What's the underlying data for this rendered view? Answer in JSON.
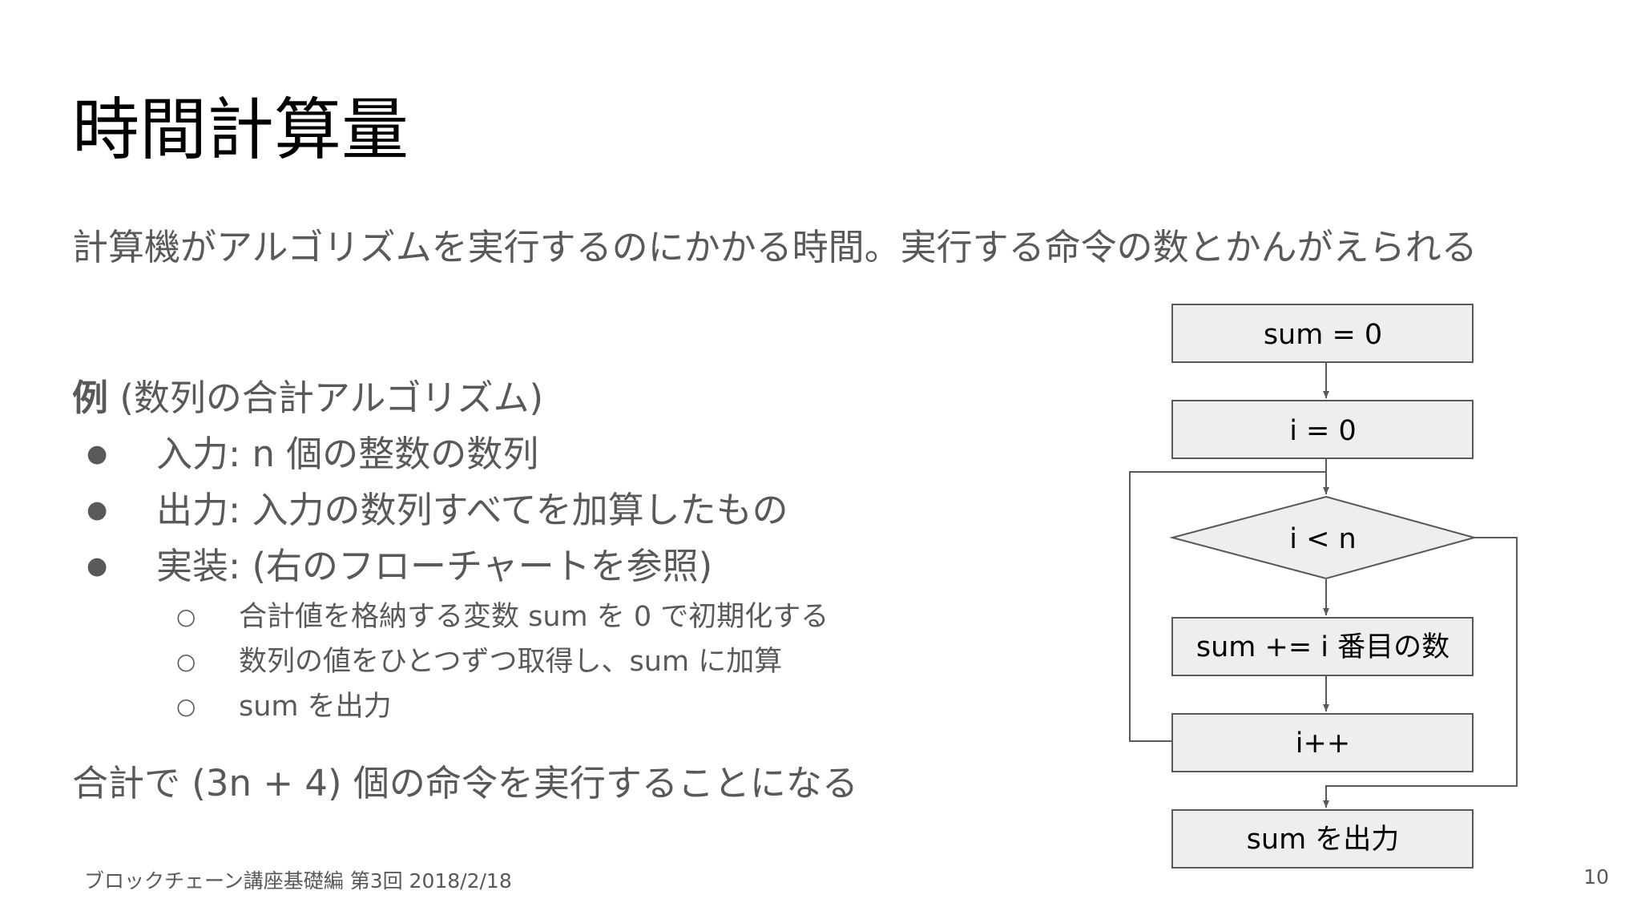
{
  "slide": {
    "title": "時間計算量",
    "intro": "計算機がアルゴリズムを実行するのにかかる時間。実行する命令の数とかんがえられる",
    "example_bold": "例",
    "example_rest": " (数列の合計アルゴリズム)",
    "bullets": [
      "入力: n 個の整数の数列",
      "出力: 入力の数列すべてを加算したもの",
      "実装: (右のフローチャートを参照)"
    ],
    "sub_bullets": [
      "合計値を格納する変数  sum を 0 で初期化する",
      "数列の値をひとつずつ取得し、sum に加算",
      "sum を出力"
    ],
    "summary": "合計で (3n + 4) 個の命令を実行することになる",
    "footer": "ブロックチェーン講座基礎編 第3回 2018/2/18",
    "page_number": "10"
  },
  "flowchart": {
    "nodes": [
      "sum = 0",
      "i = 0",
      "i < n",
      "sum += i 番目の数",
      "i++",
      "sum を出力"
    ]
  }
}
